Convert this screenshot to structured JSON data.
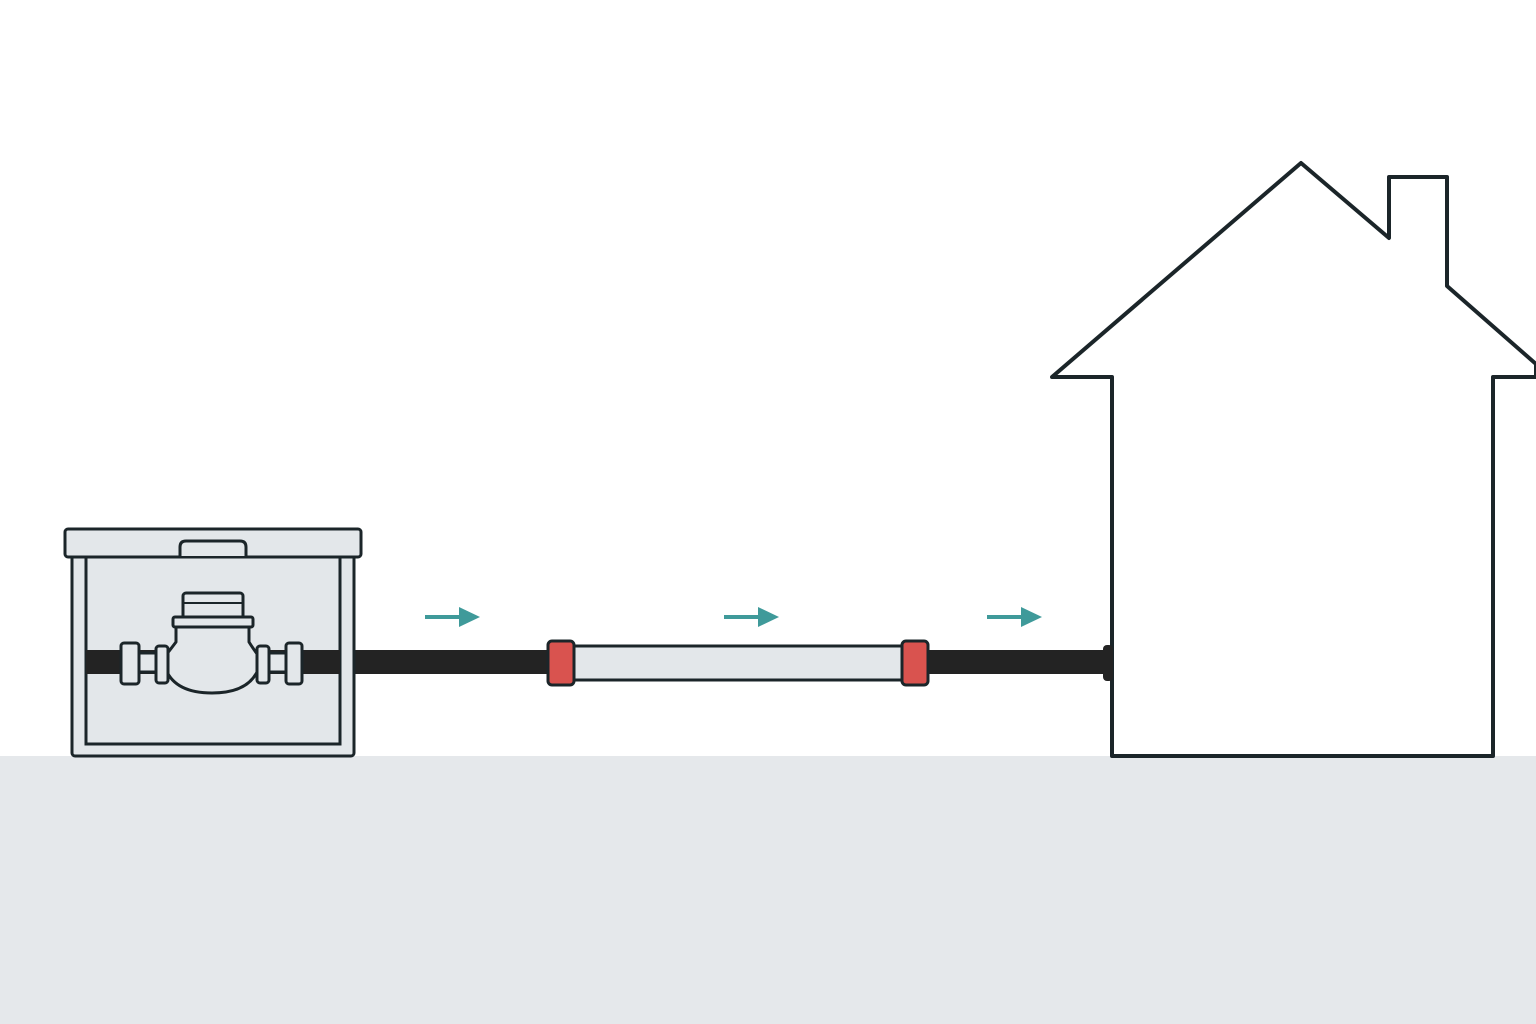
{
  "colors": {
    "background": "#ffffff",
    "ground": "#e5e8eb",
    "outline": "#1b2529",
    "pipe": "#232323",
    "replacement_pipe": "#e3e7ea",
    "coupling": "#d9534f",
    "flow_arrow": "#3f9a9a",
    "meter_box_fill": "#e3e7ea",
    "house_fill": "#ffffff"
  },
  "icons": {
    "meter_box": "water-meter-box-icon",
    "meter": "water-meter-icon",
    "house": "house-icon",
    "flow": "arrow-right-icon"
  },
  "flow_arrows": [
    {
      "direction": "right"
    },
    {
      "direction": "right"
    },
    {
      "direction": "right"
    }
  ],
  "couplings": [
    {
      "side": "meter-side"
    },
    {
      "side": "house-side"
    }
  ]
}
